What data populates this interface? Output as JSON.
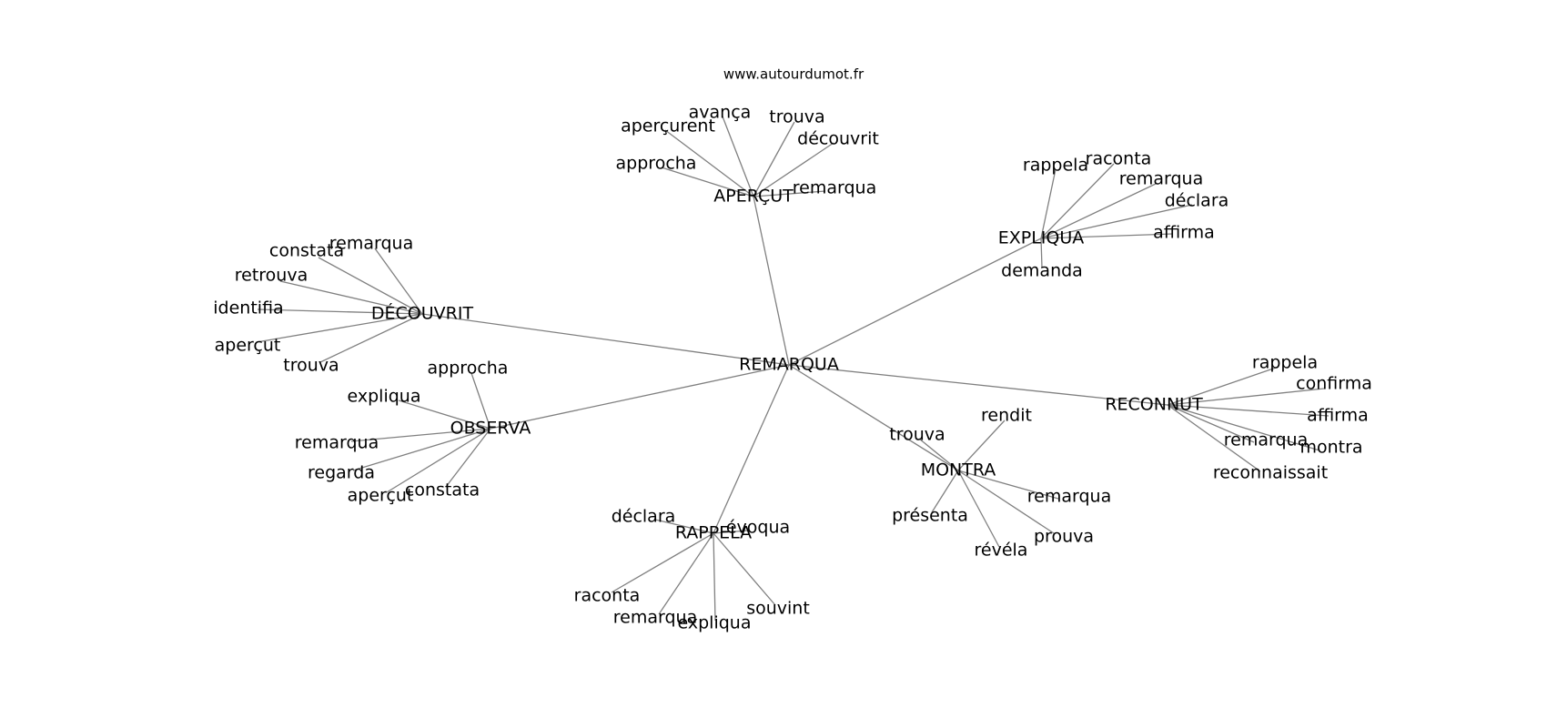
{
  "source": "www.autourdumot.fr",
  "center": "REMARQUA",
  "clusters": [
    {
      "id": "apercut",
      "label": "APERÇUT",
      "leaves": [
        "avança",
        "trouva",
        "aperçurent",
        "découvrit",
        "approcha",
        "remarqua"
      ]
    },
    {
      "id": "expliqua",
      "label": "EXPLIQUA",
      "leaves": [
        "rappela",
        "raconta",
        "remarqua",
        "déclara",
        "affirma",
        "demanda"
      ]
    },
    {
      "id": "decouvrit",
      "label": "DÉCOUVRIT",
      "leaves": [
        "remarqua",
        "constata",
        "retrouva",
        "identifia",
        "aperçut",
        "trouva"
      ]
    },
    {
      "id": "observa",
      "label": "OBSERVA",
      "leaves": [
        "approcha",
        "expliqua",
        "remarqua",
        "regarda",
        "aperçut",
        "constata"
      ]
    },
    {
      "id": "reconnut",
      "label": "RECONNUT",
      "leaves": [
        "rappela",
        "confirma",
        "affirma",
        "remarqua",
        "montra",
        "reconnaissait"
      ]
    },
    {
      "id": "montra",
      "label": "MONTRA",
      "leaves": [
        "rendit",
        "trouva",
        "remarqua",
        "présenta",
        "prouva",
        "révéla"
      ]
    },
    {
      "id": "rappela",
      "label": "RAPPELA",
      "leaves": [
        "déclara",
        "évoqua",
        "raconta",
        "souvint",
        "remarqua",
        "expliqua"
      ]
    }
  ]
}
